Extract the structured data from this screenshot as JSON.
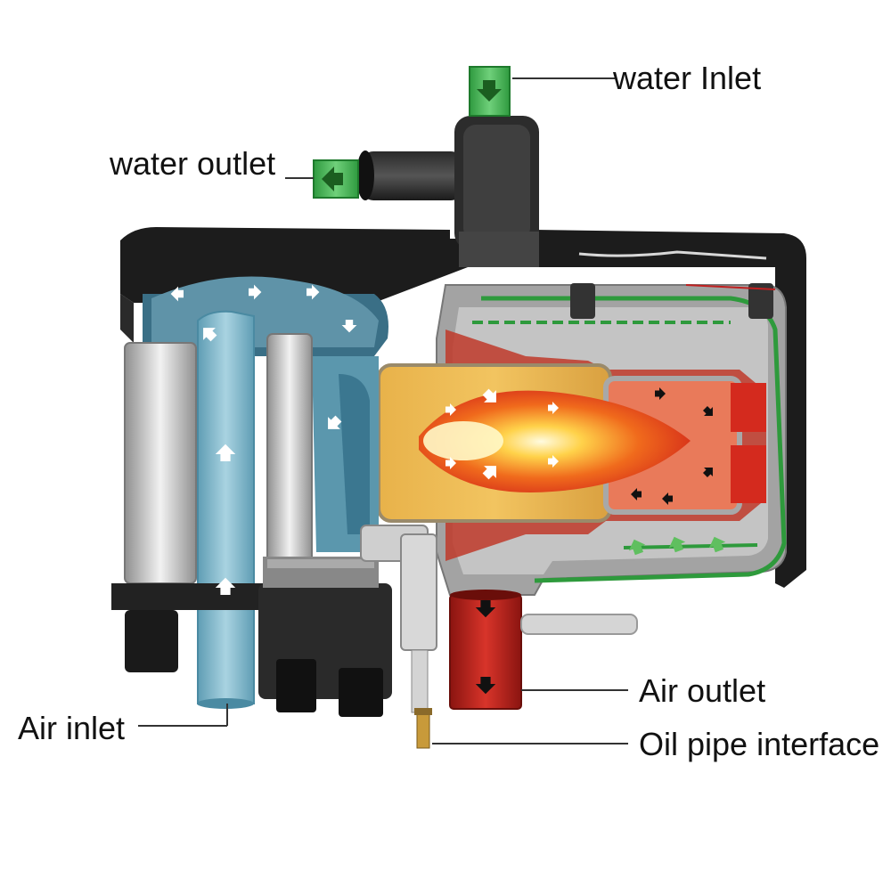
{
  "labels": {
    "water_inlet": "water Inlet",
    "water_outlet": "water outlet",
    "air_inlet": "Air inlet",
    "air_outlet": "Air outlet",
    "oil_pipe_interface": "Oil pipe interface"
  },
  "colors": {
    "housing": "#1c1c1c",
    "coolant_jacket": "#9e9e9e",
    "coolant_flow": "#2e9a3c",
    "air_channel": "#7fb5c8",
    "combustion_hot": "#e23a16",
    "flame_core": "#fff3b0",
    "exhaust": "#b21a12",
    "arrow_marker": "#3fae4f",
    "leader_line": "#333333"
  },
  "icons": [
    "down-arrow-icon",
    "left-arrow-icon",
    "flow-arrow-icon"
  ]
}
